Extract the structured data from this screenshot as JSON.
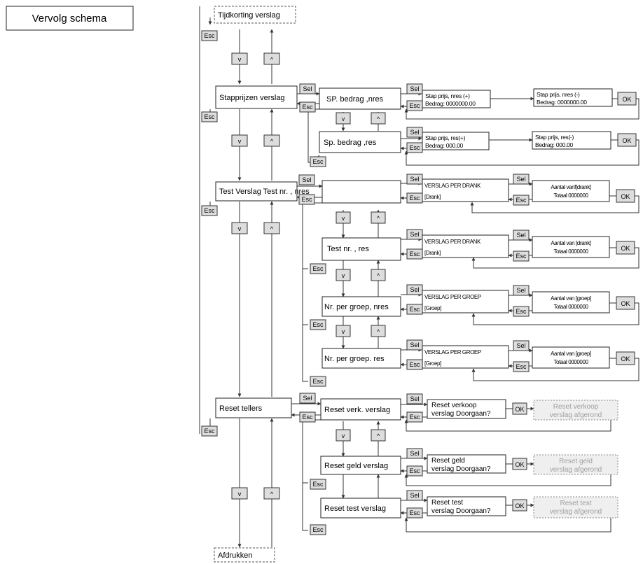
{
  "title": "Vervolg schema",
  "keys": {
    "sel": "Sel",
    "esc": "Esc",
    "ok": "OK",
    "down": "v",
    "up": "^"
  },
  "menu": {
    "tijdkorting": "Tijdkorting verslag",
    "stapprijzen": "Stapprijzen verslag",
    "test_verslag": "Test Verslag Test nr. , nres",
    "reset_tellers": "Reset tellers",
    "afdrukken": "Afdrukken"
  },
  "stap": {
    "sp_nres": "SP. bedrag ,nres",
    "sp_res": "Sp. bedrag ,res",
    "nres_plus_1": "Stap prijs, nres (+)",
    "nres_plus_2": "Bedrag: 0000000.00",
    "nres_min_1": "Stap prijs, nres (-)",
    "nres_min_2": "Bedrag: 0000000.00",
    "res_plus_1": "Stap prijs, res(+)",
    "res_plus_2": "Bedrag: 000.00",
    "res_min_1": "Stap prijs, res(-)",
    "res_min_2": "Bedrag: 000.00"
  },
  "test": {
    "row2_label": "Test nr. , res",
    "row3_label": "Nr. per groep, nres",
    "row4_label": "Nr. per groep. res",
    "drank_1": "VERSLAG PER DRANK",
    "drank_2": "[Drank]",
    "groep_1": "VERSLAG PER GROEP",
    "groep_2": "[Groep]",
    "r1_aantal": "Aantal vanf[drank]",
    "r2_aantal": "Aantal van [drank]",
    "r34_aantal": "Aantal van [groep]",
    "totaal": "Totaal 0000000"
  },
  "reset": {
    "verk": "Reset verk. verslag",
    "geld": "Reset geld verslag",
    "test": "Reset test verslag",
    "verk_q1": "Reset verkoop",
    "geld_q1": "Reset geld",
    "test_q1": "Reset test",
    "q2": "verslag Doorgaan?",
    "verk_d1": "Reset verkoop",
    "geld_d1": "Reset geld",
    "test_d1": "Reset test",
    "d2": "verslag afgerond"
  }
}
